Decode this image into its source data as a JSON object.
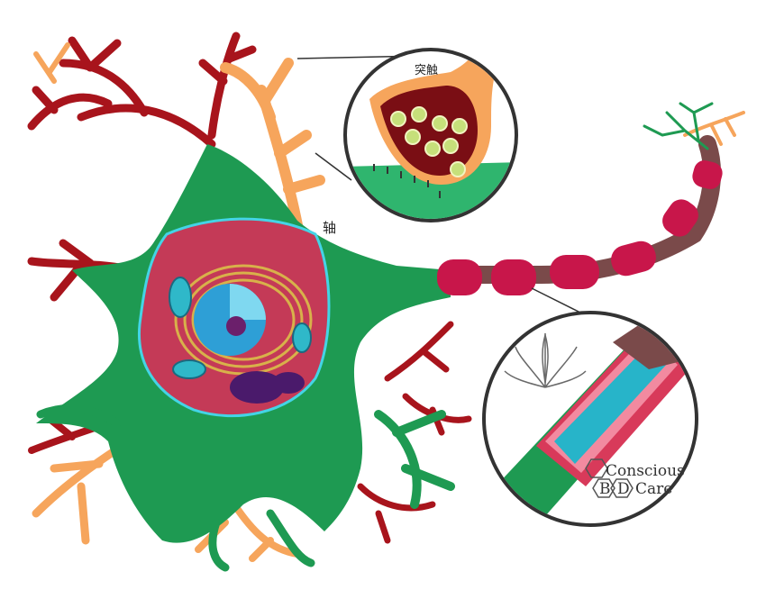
{
  "labels": {
    "synapse": "突触",
    "axon": "轴"
  },
  "watermark": {
    "line1": "Conscious",
    "line2": "Care",
    "monogram_b": "B",
    "monogram_d": "D"
  },
  "colors": {
    "soma": "#1e9a52",
    "dendrite_red": "#a8141c",
    "dendrite_orange": "#f6a55c",
    "nucleus": "#2e9fd6",
    "cytoplasm": "#c43a57",
    "myelin": "#c8164a",
    "axon_core": "#7a4a4a",
    "golgi": "#d8b14a",
    "inset_border": "#333333"
  }
}
